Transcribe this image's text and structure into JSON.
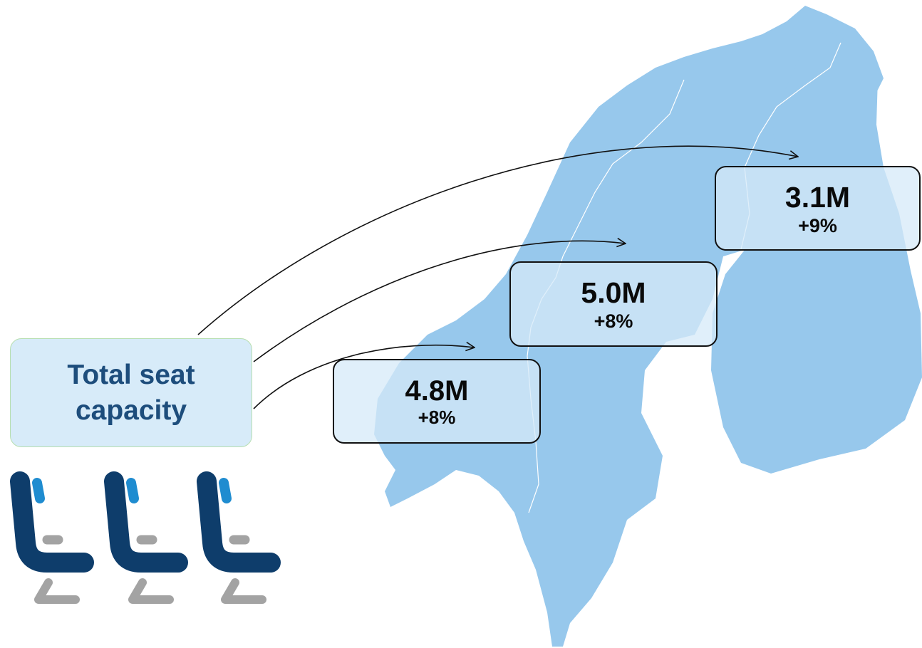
{
  "source": {
    "label": "Total seat capacity"
  },
  "regions": [
    {
      "id": "finland",
      "value": "3.1M",
      "change": "+9%"
    },
    {
      "id": "sweden",
      "value": "5.0M",
      "change": "+8%"
    },
    {
      "id": "norway",
      "value": "4.8M",
      "change": "+8%"
    }
  ],
  "icons": [
    "map-icon",
    "airplane-seat-icon"
  ],
  "colors": {
    "map": "#97c8ec",
    "box_fill": "#d6e9f8",
    "source_text": "#1d4d7c",
    "seat_back": "#0e3d6b",
    "seat_accent": "#1f8cd0",
    "seat_grey": "#a3a3a3"
  }
}
